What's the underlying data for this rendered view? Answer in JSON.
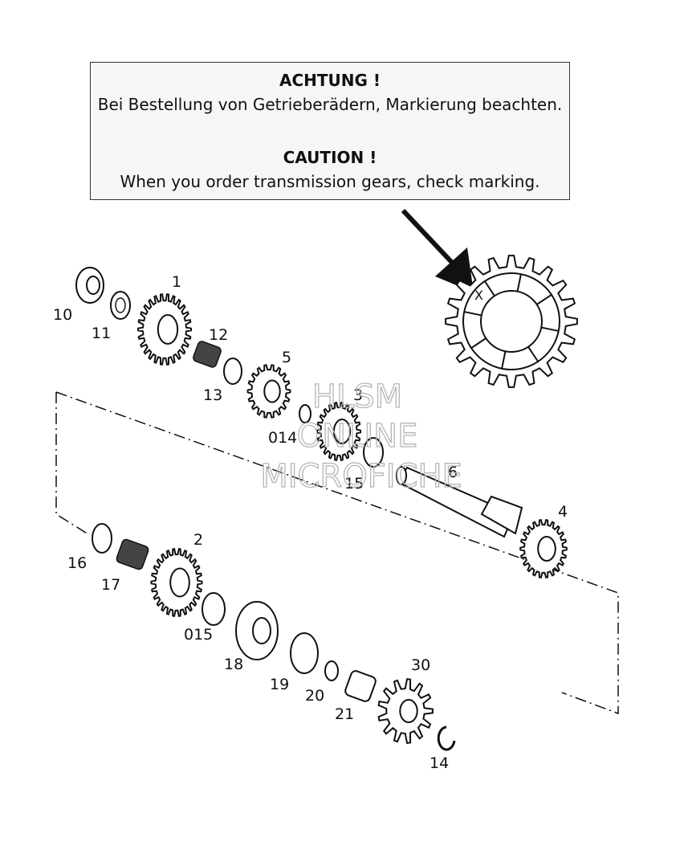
{
  "notice": {
    "de_heading": "ACHTUNG !",
    "de_text": "Bei Bestellung von Getrieberädern, Markierung beachten.",
    "en_heading": "CAUTION !",
    "en_text": "When you order transmission gears, check marking."
  },
  "detail_gear": {
    "marking": "X"
  },
  "parts": [
    "1",
    "2",
    "3",
    "4",
    "5",
    "6",
    "10",
    "11",
    "12",
    "13",
    "14",
    "15",
    "16",
    "17",
    "18",
    "19",
    "20",
    "21",
    "30",
    "014",
    "015"
  ],
  "watermark": {
    "line1": "HLSM",
    "line2": "ONLINE",
    "line3": "MICROFICHE"
  }
}
